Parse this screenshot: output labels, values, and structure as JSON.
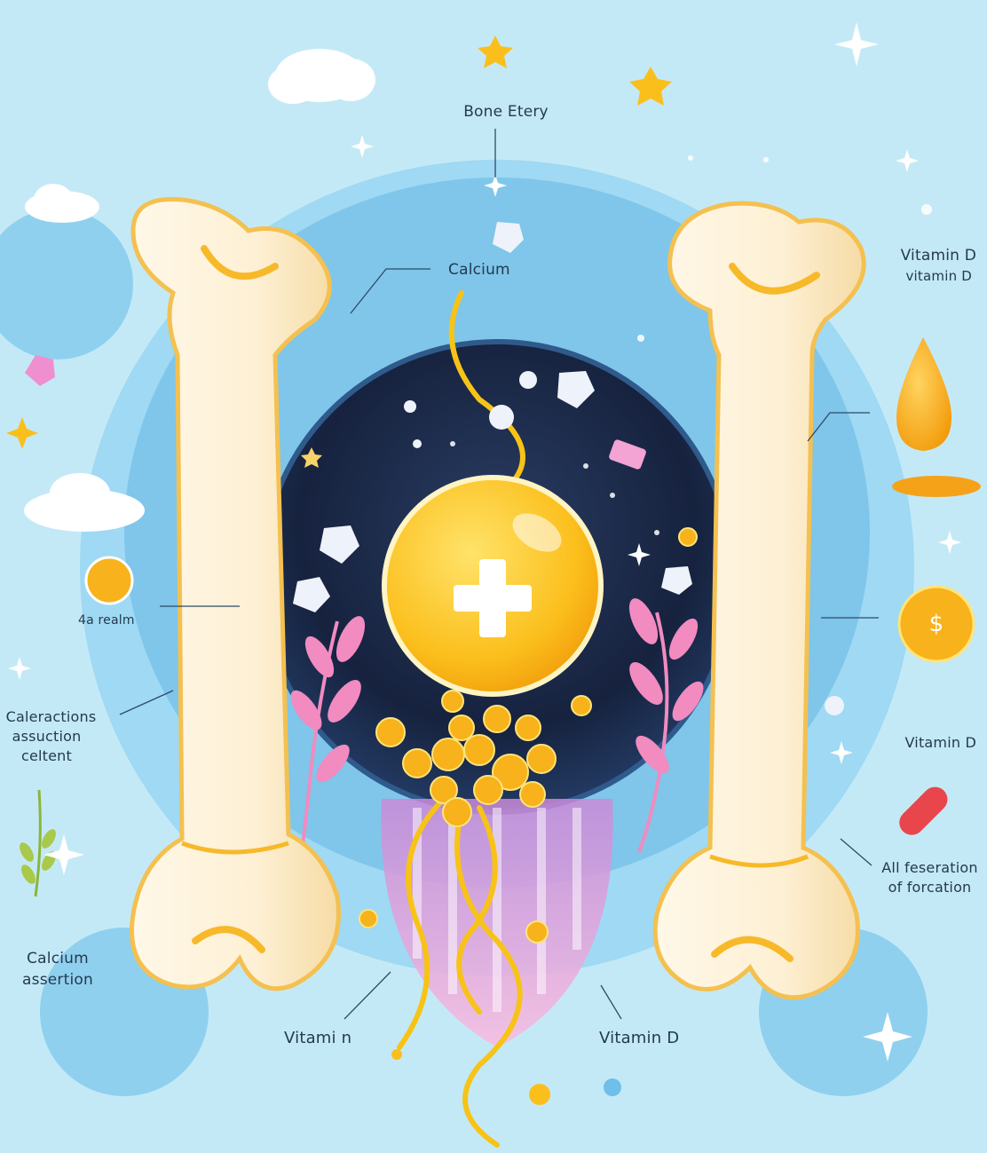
{
  "labels": {
    "bone_etery": "Bone Etery",
    "calcium_top": "Calcium",
    "vitamin_d_top_1": "Vitamin D",
    "vitamin_d_top_2": "vitamin D",
    "left_small": "4a realm",
    "left_mid_1": "Caleractions",
    "left_mid_2": "assuction",
    "left_mid_3": "celtent",
    "left_bottom_1": "Calcium",
    "left_bottom_2": "assertion",
    "vitamin_bottom_left": "Vitami n",
    "vitamin_bottom_right": "Vitamin D",
    "vitamin_d_right_mid": "Vitamin D",
    "right_bottom_1": "All feseration",
    "right_bottom_2": "of forcation",
    "coin_symbol": "$"
  },
  "colors": {
    "background": "#bfe7f5",
    "blob": "#7fc8ec",
    "blob_light": "#9ad6f2",
    "dark_circle": "#1b2a48",
    "bone": "#fdf3dc",
    "bone_accent": "#f7b92a",
    "gold": "#fbbf1c",
    "pink": "#f18bc0",
    "label_text": "#243a4e"
  },
  "icons": [
    "cloud-icon",
    "star-icon",
    "sparkle-icon",
    "bone-icon",
    "drop-icon",
    "coin-icon",
    "capsule-icon",
    "leaf-icon",
    "cross-icon"
  ]
}
